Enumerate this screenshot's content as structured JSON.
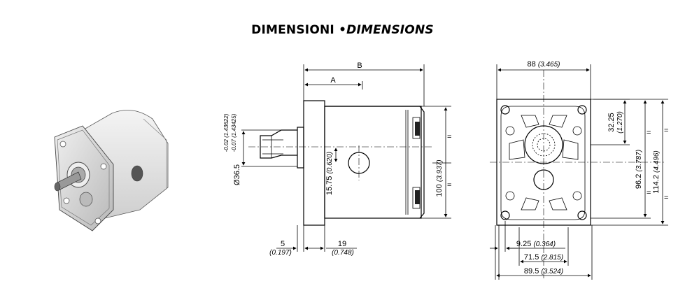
{
  "title": {
    "main": "DIMENSIONI",
    "bullet": "•",
    "italic": "DIMENSIONS"
  },
  "side_view": {
    "B": "B",
    "A": "A",
    "dim_5": "5",
    "dim_5_in": "(0.197)",
    "dim_19": "19",
    "dim_19_in": "(0.748)",
    "dim_15_75": "15.75",
    "dim_15_75_in": "(0.620)",
    "dim_100": "100",
    "dim_100_in": "(3.937)",
    "dia_36_5": "Ø36.5",
    "tol_1": "-0.02",
    "tol_1_in": "(1.43622)",
    "tol_2": "-0.07",
    "tol_2_in": "(1.43425)"
  },
  "front_view": {
    "dim_88": "88",
    "dim_88_in": "(3.465)",
    "dim_32_25": "32.25",
    "dim_32_25_in": "(1.270)",
    "dim_96_2": "96.2",
    "dim_96_2_in": "(3.787)",
    "dim_114_2": "114.2",
    "dim_114_2_in": "(4.496)",
    "dim_9_25": "9.25",
    "dim_9_25_in": "(0.364)",
    "dim_71_5": "71.5",
    "dim_71_5_in": "(2.815)",
    "dim_89_5": "89.5",
    "dim_89_5_in": "(3.524)"
  }
}
